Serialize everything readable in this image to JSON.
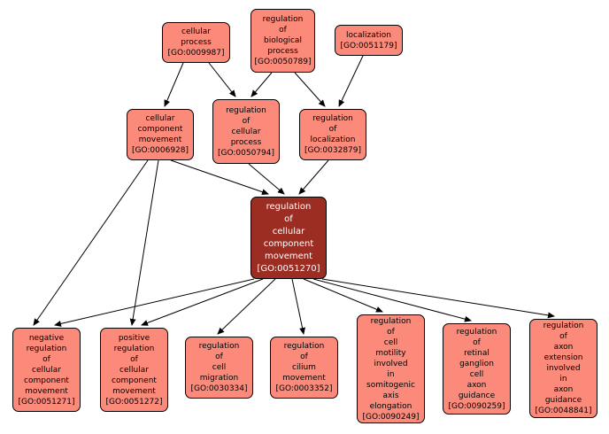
{
  "colors": {
    "background": "#ffffff",
    "node_fill": "#fb8a7a",
    "node_border": "#000000",
    "selected_node_fill": "#9b2d22",
    "selected_node_text": "#ffffff",
    "edge": "#000000"
  },
  "nodes": [
    {
      "id": "GO:0009987",
      "label": "cellular process",
      "text": "cellular\nprocess\n[GO:0009987]"
    },
    {
      "id": "GO:0050789",
      "label": "regulation of biological process",
      "text": "regulation\nof\nbiological\nprocess\n[GO:0050789]"
    },
    {
      "id": "GO:0051179",
      "label": "localization",
      "text": "localization\n[GO:0051179]"
    },
    {
      "id": "GO:0006928",
      "label": "cellular component movement",
      "text": "cellular\ncomponent\nmovement\n[GO:0006928]"
    },
    {
      "id": "GO:0050794",
      "label": "regulation of cellular process",
      "text": "regulation\nof\ncellular\nprocess\n[GO:0050794]"
    },
    {
      "id": "GO:0032879",
      "label": "regulation of localization",
      "text": "regulation\nof\nlocalization\n[GO:0032879]"
    },
    {
      "id": "GO:0051270",
      "label": "regulation of cellular component movement",
      "text": "regulation\nof\ncellular\ncomponent\nmovement\n[GO:0051270]"
    },
    {
      "id": "GO:0051271",
      "label": "negative regulation of cellular component movement",
      "text": "negative\nregulation\nof\ncellular\ncomponent\nmovement\n[GO:0051271]"
    },
    {
      "id": "GO:0051272",
      "label": "positive regulation of cellular component movement",
      "text": "positive\nregulation\nof\ncellular\ncomponent\nmovement\n[GO:0051272]"
    },
    {
      "id": "GO:0030334",
      "label": "regulation of cell migration",
      "text": "regulation\nof\ncell\nmigration\n[GO:0030334]"
    },
    {
      "id": "GO:0003352",
      "label": "regulation of cilium movement",
      "text": "regulation\nof\ncilium\nmovement\n[GO:0003352]"
    },
    {
      "id": "GO:0090249",
      "label": "regulation of cell motility involved in somitogenic axis elongation",
      "text": "regulation\nof\ncell\nmotility\ninvolved\nin\nsomitogenic\naxis\nelongation\n[GO:0090249]"
    },
    {
      "id": "GO:0090259",
      "label": "regulation of retinal ganglion cell axon guidance",
      "text": "regulation\nof\nretinal\nganglion\ncell\naxon\nguidance\n[GO:0090259]"
    },
    {
      "id": "GO:0048841",
      "label": "regulation of axon extension involved in axon guidance",
      "text": "regulation\nof\naxon\nextension\ninvolved\nin\naxon\nguidance\n[GO:0048841]"
    }
  ],
  "edges": [
    {
      "from": "GO:0009987",
      "to": "GO:0006928"
    },
    {
      "from": "GO:0009987",
      "to": "GO:0050794"
    },
    {
      "from": "GO:0050789",
      "to": "GO:0050794"
    },
    {
      "from": "GO:0050789",
      "to": "GO:0032879"
    },
    {
      "from": "GO:0051179",
      "to": "GO:0032879"
    },
    {
      "from": "GO:0006928",
      "to": "GO:0051270"
    },
    {
      "from": "GO:0050794",
      "to": "GO:0051270"
    },
    {
      "from": "GO:0032879",
      "to": "GO:0051270"
    },
    {
      "from": "GO:0006928",
      "to": "GO:0051271"
    },
    {
      "from": "GO:0006928",
      "to": "GO:0051272"
    },
    {
      "from": "GO:0051270",
      "to": "GO:0051271"
    },
    {
      "from": "GO:0051270",
      "to": "GO:0051272"
    },
    {
      "from": "GO:0051270",
      "to": "GO:0030334"
    },
    {
      "from": "GO:0051270",
      "to": "GO:0003352"
    },
    {
      "from": "GO:0051270",
      "to": "GO:0090249"
    },
    {
      "from": "GO:0051270",
      "to": "GO:0090259"
    },
    {
      "from": "GO:0051270",
      "to": "GO:0048841"
    }
  ]
}
